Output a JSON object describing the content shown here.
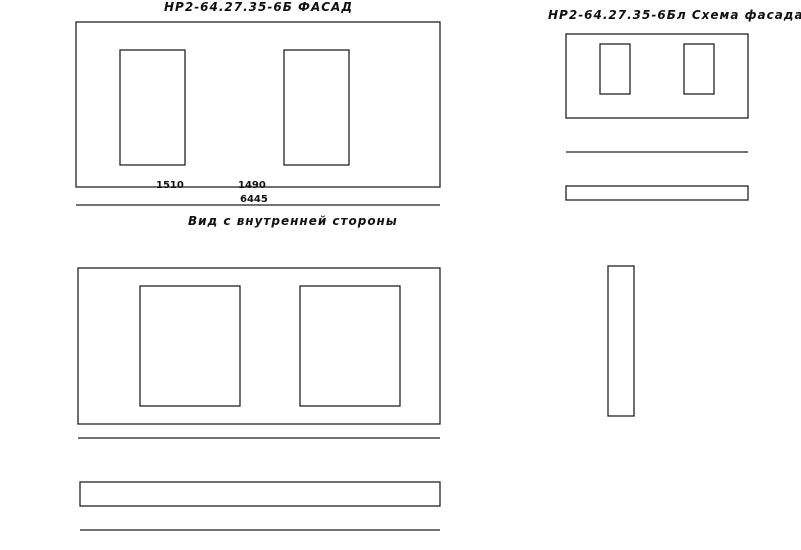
{
  "titles": {
    "facade": "НР2-64.27.35-6Б ФАСАД",
    "facade_scheme": "НР2-64.27.35-6Бл Схема фасада",
    "inner_view": "Вид с внутренней стороны"
  },
  "dims": {
    "total": "6445",
    "a": "1510",
    "b": "1490"
  }
}
